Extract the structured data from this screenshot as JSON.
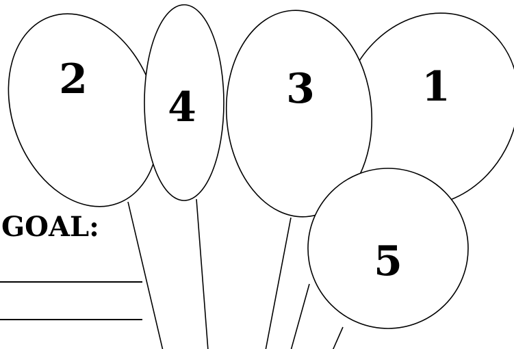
{
  "worksheet": {
    "goal_label": "GOAL:",
    "answer_lines": 2
  },
  "balloons": [
    {
      "id": "balloon-2",
      "number": "2"
    },
    {
      "id": "balloon-4",
      "number": "4"
    },
    {
      "id": "balloon-3",
      "number": "3"
    },
    {
      "id": "balloon-1",
      "number": "1"
    },
    {
      "id": "balloon-5",
      "number": "5"
    }
  ],
  "colors": {
    "outline": "#000000",
    "fill": "#ffffff"
  }
}
